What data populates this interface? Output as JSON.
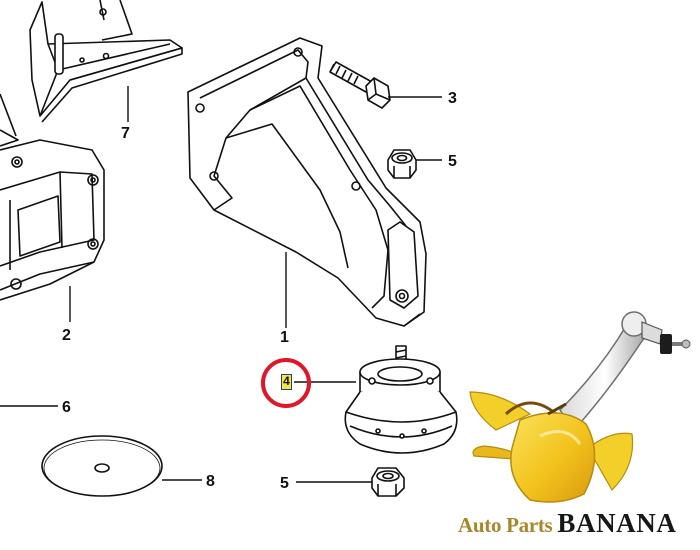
{
  "diagram": {
    "callouts": [
      {
        "id": "c1",
        "label": "1"
      },
      {
        "id": "c2",
        "label": "2"
      },
      {
        "id": "c3",
        "label": "3"
      },
      {
        "id": "c4",
        "label": "4"
      },
      {
        "id": "c5a",
        "label": "5"
      },
      {
        "id": "c5b",
        "label": "5"
      },
      {
        "id": "c6",
        "label": "6"
      },
      {
        "id": "c7",
        "label": "7"
      },
      {
        "id": "c8",
        "label": "8"
      }
    ],
    "highlight": {
      "label": "4",
      "ring_color": "#e0162b",
      "box_color": "#f5e63a"
    }
  },
  "brand": {
    "text_part1": "Auto Parts ",
    "text_part2": "BANANA",
    "primary_color": "#a8872a",
    "banana_color": "#f2cf2c"
  }
}
